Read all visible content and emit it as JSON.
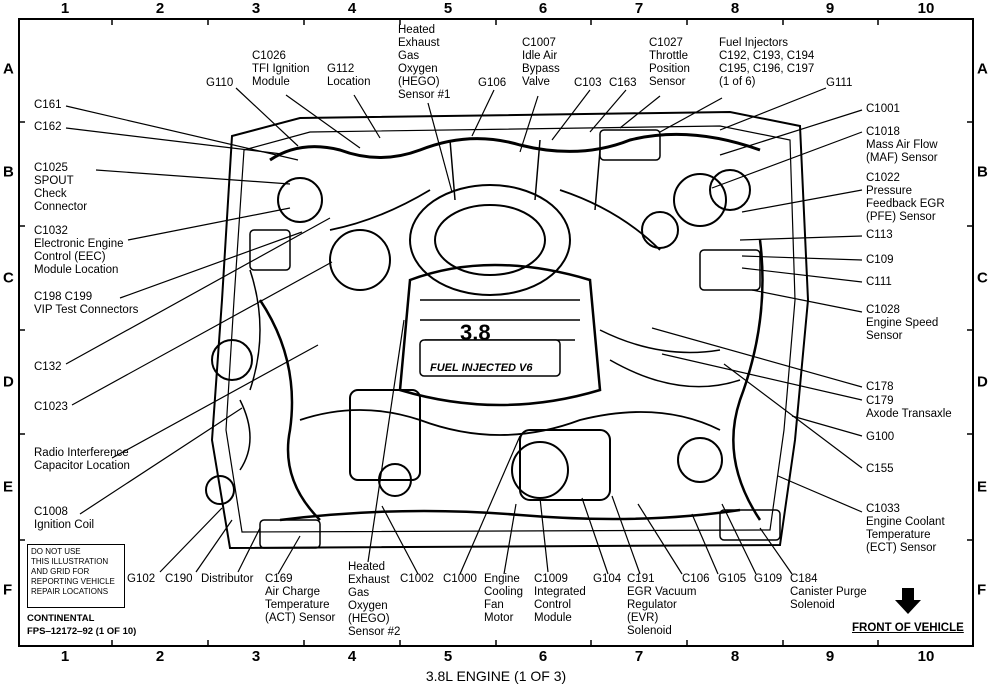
{
  "grid": {
    "columns": [
      "1",
      "2",
      "3",
      "4",
      "5",
      "6",
      "7",
      "8",
      "9",
      "10"
    ],
    "rows": [
      "A",
      "B",
      "C",
      "D",
      "E",
      "F"
    ]
  },
  "labels": {
    "c161": "C161",
    "c162": "C162",
    "c1025": [
      "C1025",
      "SPOUT",
      "Check",
      "Connector"
    ],
    "c1032": [
      "C1032",
      "Electronic Engine",
      "Control (EEC)",
      "Module Location"
    ],
    "c198_c199": [
      "C198  C199",
      "VIP Test Connectors"
    ],
    "c132": "C132",
    "c1023": "C1023",
    "radio_capacitor": [
      "Radio Interference",
      "Capacitor Location"
    ],
    "c1008": [
      "C1008",
      "Ignition Coil"
    ],
    "g110": "G110",
    "c1026": [
      "C1026",
      "TFI Ignition",
      "Module"
    ],
    "g112": [
      "G112",
      "Location"
    ],
    "hego_1": [
      "Heated",
      "Exhaust",
      "Gas",
      "Oxygen",
      "(HEGO)",
      "Sensor #1"
    ],
    "g106": "G106",
    "c1007": [
      "C1007",
      "Idle Air",
      "Bypass",
      "Valve"
    ],
    "c103": "C103",
    "c163": "C163",
    "c1027": [
      "C1027",
      "Throttle",
      "Position",
      "Sensor"
    ],
    "injectors": [
      "Fuel Injectors",
      "C192, C193, C194",
      "C195, C196, C197",
      "(1 of 6)"
    ],
    "g111": "G111",
    "c1001": "C1001",
    "c1018": [
      "C1018",
      "Mass Air Flow",
      "(MAF) Sensor"
    ],
    "c1022": [
      "C1022",
      "Pressure",
      "Feedback EGR",
      "(PFE) Sensor"
    ],
    "c113": "C113",
    "c109": "C109",
    "c111": "C111",
    "c1028": [
      "C1028",
      "Engine Speed",
      "Sensor"
    ],
    "c178": "C178",
    "c179": [
      "C179",
      "Axode Transaxle"
    ],
    "g100": "G100",
    "c155": "C155",
    "c1033": [
      "C1033",
      "Engine Coolant",
      "Temperature",
      "(ECT) Sensor"
    ],
    "g102": "G102",
    "c190": "C190",
    "distributor": "Distributor",
    "c169": [
      "C169",
      "Air Charge",
      "Temperature",
      "(ACT) Sensor"
    ],
    "hego_2": [
      "Heated",
      "Exhaust",
      "Gas",
      "Oxygen",
      "(HEGO)",
      "Sensor #2"
    ],
    "c1002": "C1002",
    "c1000": "C1000",
    "fan_motor": [
      "Engine",
      "Cooling",
      "Fan",
      "Motor"
    ],
    "c1009": [
      "C1009",
      "Integrated",
      "Control",
      "Module"
    ],
    "g104": "G104",
    "c191": [
      "C191",
      "EGR Vacuum",
      "Regulator",
      "(EVR)",
      "Solenoid"
    ],
    "c106": "C106",
    "g105": "G105",
    "g109": "G109",
    "c184": [
      "C184",
      "Canister Purge",
      "Solenoid"
    ]
  },
  "engine_badge": {
    "displacement": "3.8",
    "emblem": "FUEL INJECTED V6"
  },
  "disclaimer": [
    "DO NOT USE",
    "THIS ILLUSTRATION",
    "AND GRID FOR",
    "REPORTING VEHICLE",
    "REPAIR LOCATIONS"
  ],
  "model_name": "CONTINENTAL",
  "figure_number": "FPS‒12172‒92 (1 OF 10)",
  "front_label": "FRONT OF VEHICLE",
  "caption": "3.8L ENGINE (1 OF 3)"
}
